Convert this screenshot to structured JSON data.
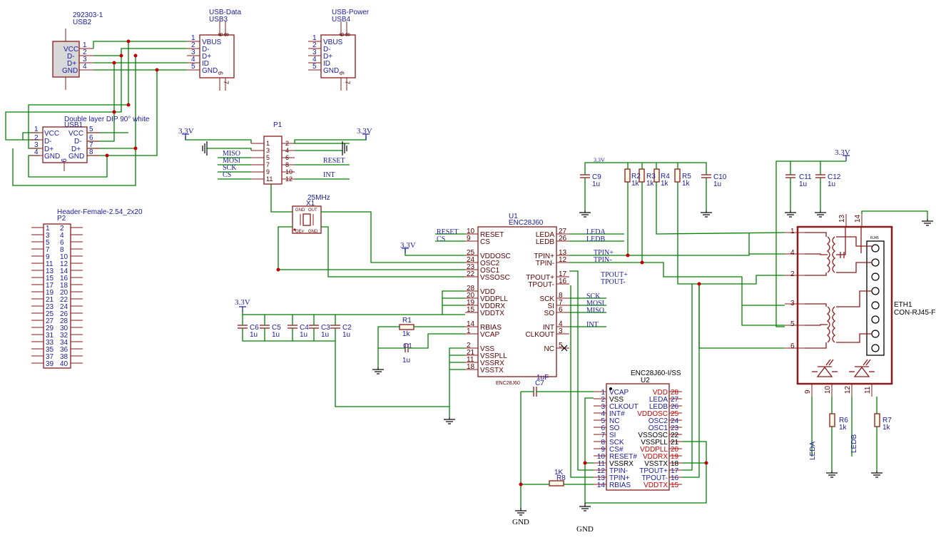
{
  "usb2": {
    "ref": "USB2",
    "value": "292303-1",
    "pins": [
      "VCC",
      "D-",
      "D+",
      "GND"
    ],
    "nums": [
      "1",
      "2",
      "3",
      "4"
    ]
  },
  "usb3": {
    "ref": "USB3",
    "value": "USB-Data",
    "pins": [
      "VBUS",
      "D-",
      "D+",
      "ID",
      "GND"
    ],
    "nums": [
      "1",
      "2",
      "3",
      "4",
      "5"
    ],
    "top": [
      "9",
      "8"
    ],
    "bottom": [
      "6",
      "7"
    ]
  },
  "usb4": {
    "ref": "USB4",
    "value": "USB-Power",
    "pins": [
      "VBUS",
      "D-",
      "D+",
      "ID",
      "GND"
    ],
    "nums": [
      "1",
      "2",
      "3",
      "4",
      "5"
    ],
    "top": [
      "9",
      "8"
    ],
    "bottom": [
      "6",
      "7"
    ]
  },
  "usb1": {
    "ref": "USB1",
    "value": "Double layer DIP 90° white",
    "left_pins": [
      "VCC",
      "D-",
      "D+",
      "GND"
    ],
    "left_nums": [
      "1",
      "2",
      "3",
      "4"
    ],
    "right_pins": [
      "VCC",
      "D-",
      "D+",
      "GND"
    ],
    "right_nums": [
      "5",
      "6",
      "7",
      "8"
    ],
    "bottom": "9"
  },
  "p1": {
    "ref": "P1",
    "left_nums": [
      "1",
      "3",
      "5",
      "7",
      "9",
      "11"
    ],
    "right_nums": [
      "2",
      "4",
      "6",
      "8",
      "10",
      "12"
    ]
  },
  "p2": {
    "ref": "P2",
    "value": "Header-Female-2.54_2x20",
    "left": [
      "1",
      "3",
      "5",
      "7",
      "9",
      "11",
      "13",
      "15",
      "17",
      "19",
      "21",
      "23",
      "25",
      "27",
      "29",
      "31",
      "33",
      "35",
      "37",
      "39"
    ],
    "right": [
      "2",
      "4",
      "6",
      "8",
      "10",
      "12",
      "14",
      "16",
      "18",
      "20",
      "22",
      "24",
      "26",
      "28",
      "30",
      "32",
      "34",
      "36",
      "38",
      "40"
    ]
  },
  "x1": {
    "ref": "X1",
    "value": "25MHz",
    "gnd": "GND",
    "out": "OUT",
    "oe": "OE#",
    "gnd2": "GND"
  },
  "u1": {
    "ref": "U1",
    "value": "ENC28J60",
    "footer": "ENC28J60",
    "left": [
      [
        "10",
        "RESET"
      ],
      [
        "9",
        "CS"
      ],
      [
        "25",
        "VDDOSC"
      ],
      [
        "24",
        "OSC2"
      ],
      [
        "23",
        "OSC1"
      ],
      [
        "22",
        "VSSOSC"
      ],
      [
        "28",
        "VDD"
      ],
      [
        "20",
        "VDDPLL"
      ],
      [
        "19",
        "VDDRX"
      ],
      [
        "15",
        "VDDTX"
      ],
      [
        "14",
        "RBIAS"
      ],
      [
        "1",
        "VCAP"
      ],
      [
        "2",
        "VSS"
      ],
      [
        "21",
        "VSSPLL"
      ],
      [
        "11",
        "VSSRX"
      ],
      [
        "18",
        "VSSTX"
      ]
    ],
    "right": [
      [
        "27",
        "LEDA"
      ],
      [
        "26",
        "LEDB"
      ],
      [
        "13",
        "TPIN+"
      ],
      [
        "12",
        "TPIN-"
      ],
      [
        "17",
        "TPOUT+"
      ],
      [
        "16",
        "TPOUT-"
      ],
      [
        "8",
        "SCK"
      ],
      [
        "7",
        "SI"
      ],
      [
        "6",
        "SO"
      ],
      [
        "4",
        "INT"
      ],
      [
        "3",
        "CLKOUT"
      ],
      [
        "5",
        "NC"
      ]
    ]
  },
  "u2": {
    "ref": "U2",
    "value": "ENC28J60-I/SS",
    "left": [
      [
        "1",
        "VCAP"
      ],
      [
        "2",
        "VSS"
      ],
      [
        "3",
        "CLKOUT"
      ],
      [
        "4",
        "INT#"
      ],
      [
        "5",
        "NC"
      ],
      [
        "6",
        "SO"
      ],
      [
        "7",
        "SI"
      ],
      [
        "8",
        "SCK"
      ],
      [
        "9",
        "CS#"
      ],
      [
        "10",
        "RESET#"
      ],
      [
        "11",
        "VSSRX"
      ],
      [
        "12",
        "TPIN-"
      ],
      [
        "13",
        "TPIN+"
      ],
      [
        "14",
        "RBIAS"
      ]
    ],
    "right": [
      [
        "28",
        "VDD"
      ],
      [
        "27",
        "LEDA"
      ],
      [
        "26",
        "LEDB"
      ],
      [
        "25",
        "VDDOSC"
      ],
      [
        "24",
        "OSC2"
      ],
      [
        "23",
        "OSC1"
      ],
      [
        "22",
        "VSSOSC"
      ],
      [
        "21",
        "VSSPLL"
      ],
      [
        "20",
        "VDDPLL"
      ],
      [
        "19",
        "VDDRX"
      ],
      [
        "18",
        "VSSTX"
      ],
      [
        "17",
        "TPOUT+"
      ],
      [
        "16",
        "TPOUT-"
      ],
      [
        "15",
        "VDDTX"
      ]
    ]
  },
  "eth1": {
    "ref": "ETH1",
    "value": "CON-RJ45-F",
    "rj": "RJ45",
    "pins": [
      "1",
      "4",
      "2",
      "3",
      "5",
      "6"
    ],
    "top": [
      "13",
      "14"
    ],
    "bottom": [
      "9",
      "10",
      "12",
      "11"
    ]
  },
  "parts": {
    "c9": [
      "C9",
      "1u"
    ],
    "c10": [
      "C10",
      "1u"
    ],
    "c11": [
      "C11",
      "1u"
    ],
    "c12": [
      "C12",
      "1u"
    ],
    "r2": [
      "R2",
      "1k"
    ],
    "r3": [
      "R3",
      "1k"
    ],
    "r4": [
      "R4",
      "1k"
    ],
    "r5": [
      "R5",
      "1k"
    ],
    "c6": [
      "C6",
      "1u"
    ],
    "c5": [
      "C5",
      "1u"
    ],
    "c4": [
      "C4",
      "1u"
    ],
    "c3": [
      "C3",
      "1u"
    ],
    "c2": [
      "C2",
      "1u"
    ],
    "r1": [
      "R1",
      "1k"
    ],
    "c1": [
      "C1",
      "1u"
    ],
    "c7": [
      "C7",
      "1uF"
    ],
    "r8": [
      "R8",
      "1K"
    ],
    "r6": [
      "R6",
      "1k"
    ],
    "r7": [
      "R7",
      "1k"
    ]
  },
  "nets": {
    "miso": "MISO",
    "mosi": "MOSI",
    "sck": "SCK",
    "cs": "CS",
    "reset": "RESET",
    "int": "INT",
    "leda": "LEDA",
    "ledb": "LEDB",
    "tpinp": "TPIN+",
    "tpinn": "TPIN-",
    "tpoutp": "TPOUT+",
    "tpoutn": "TPOUT-",
    "v33": "3.3V",
    "gnd": "GND"
  }
}
